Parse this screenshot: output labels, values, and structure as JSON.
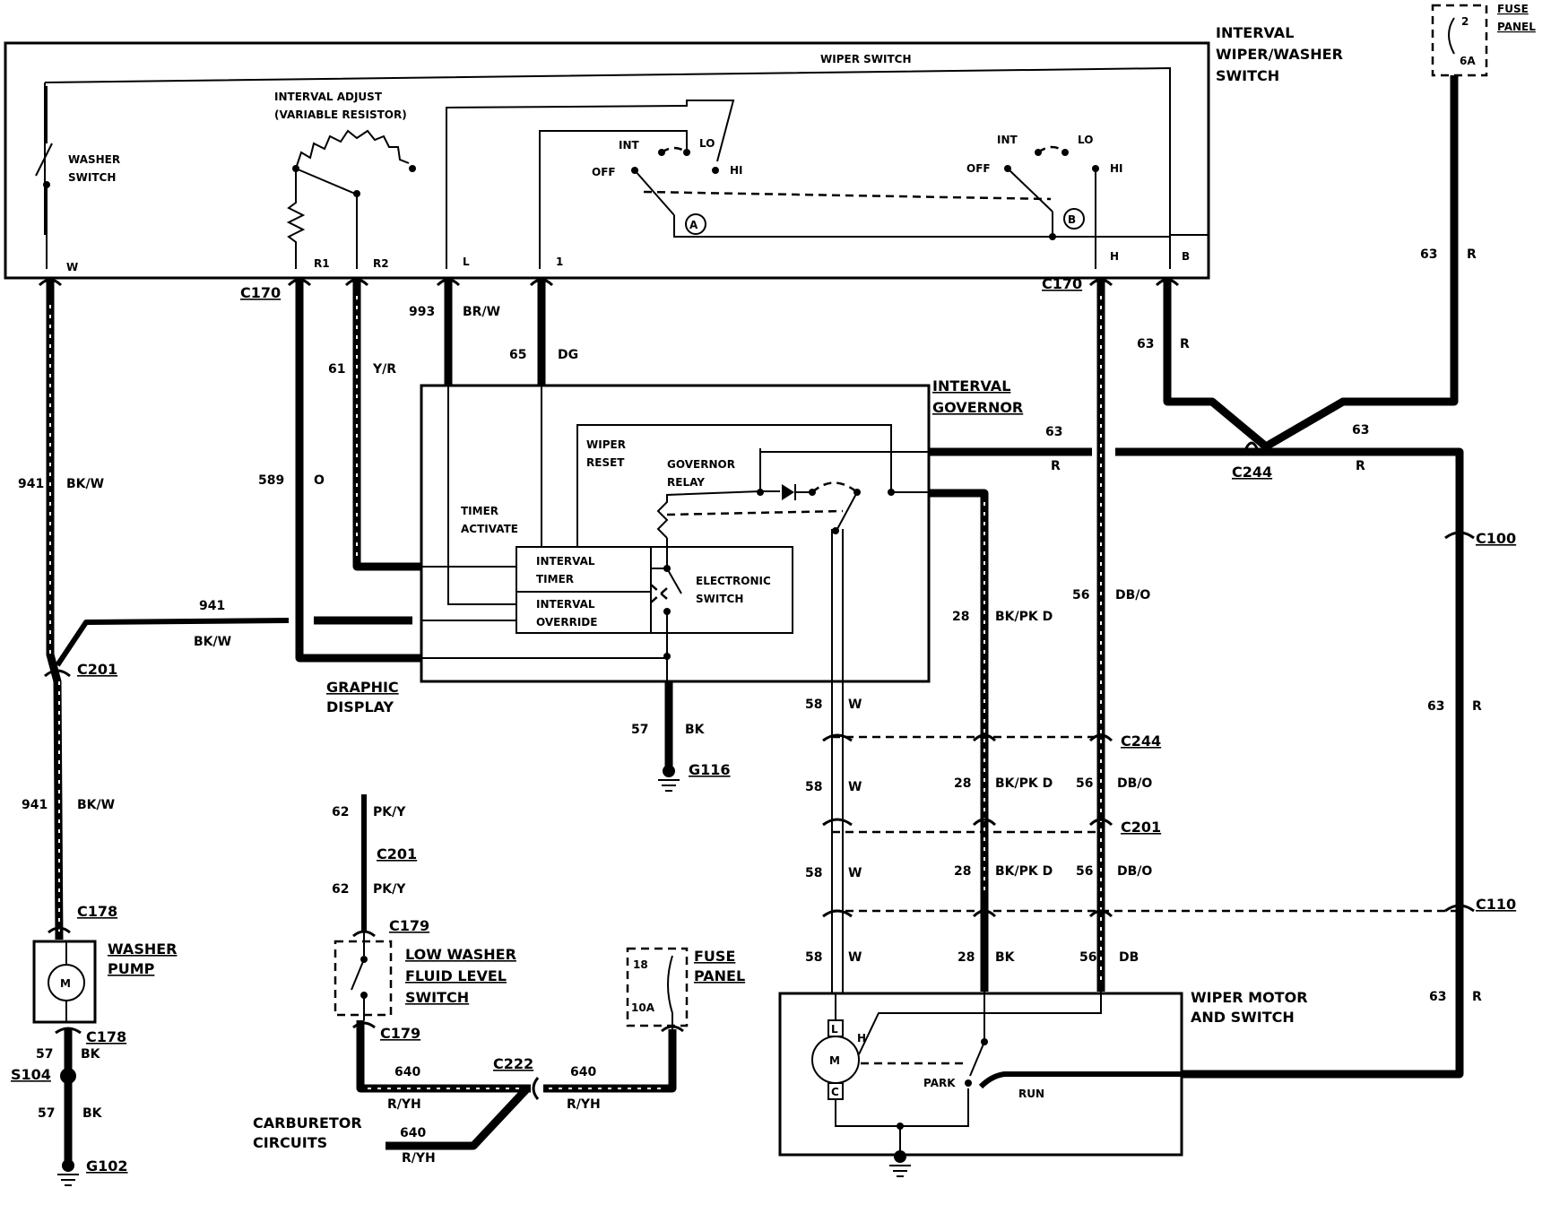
{
  "diagram": {
    "labels": {
      "interval_wiper_washer_switch": [
        "INTERVAL",
        "WIPER/WASHER",
        "SWITCH"
      ],
      "wiper_switch": "WIPER SWITCH",
      "fuse_panel_top": {
        "title": [
          "FUSE",
          "PANEL"
        ],
        "number": "2",
        "rating": "6A"
      },
      "washer_switch": [
        "WASHER",
        "SWITCH"
      ],
      "interval_adjust": [
        "INTERVAL ADJUST",
        "(VARIABLE RESISTOR)"
      ],
      "left_switch_positions": {
        "int": "INT",
        "lo": "LO",
        "off": "OFF",
        "hi": "HI",
        "marker": "A"
      },
      "right_switch_positions": {
        "int": "INT",
        "lo": "LO",
        "off": "OFF",
        "hi": "HI",
        "marker": "B"
      },
      "terminals": {
        "w": "W",
        "r1": "R1",
        "r2": "R2",
        "l": "L",
        "one": "1",
        "h": "H",
        "b": "B"
      },
      "interval_governor": [
        "INTERVAL",
        "GOVERNOR"
      ],
      "wiper_reset": [
        "WIPER",
        "RESET"
      ],
      "governor_relay": [
        "GOVERNOR",
        "RELAY"
      ],
      "timer_activate": [
        "TIMER",
        "ACTIVATE"
      ],
      "interval_timer": [
        "INTERVAL",
        "TIMER"
      ],
      "interval_override": [
        "INTERVAL",
        "OVERRIDE"
      ],
      "electronic_switch": [
        "ELECTRONIC",
        "SWITCH"
      ],
      "graphic_display": [
        "GRAPHIC",
        "DISPLAY"
      ],
      "washer_pump": [
        "WASHER",
        "PUMP"
      ],
      "pump_motor": "M",
      "low_washer_fluid_level_switch": [
        "LOW WASHER",
        "FLUID LEVEL",
        "SWITCH"
      ],
      "fuse_panel_bottom": {
        "title": [
          "FUSE",
          "PANEL"
        ],
        "number": "18",
        "rating": "10A"
      },
      "carburetor_circuits": [
        "CARBURETOR",
        "CIRCUITS"
      ],
      "wiper_motor_and_switch": [
        "WIPER MOTOR",
        "AND SWITCH"
      ],
      "motor": {
        "m": "M",
        "l": "L",
        "h": "H",
        "c": "C"
      },
      "park": "PARK",
      "run": "RUN"
    },
    "connectors": {
      "c170_left": "C170",
      "c170_right": "C170",
      "c244_top": "C244",
      "c100": "C100",
      "c201_left": "C201",
      "c244_mid": "C244",
      "c201_mid": "C201",
      "c201_lower": "C201",
      "c110": "C110",
      "c178_top": "C178",
      "c178_bottom": "C178",
      "c179_top": "C179",
      "c179_bottom": "C179",
      "c222": "C222",
      "s104": "S104",
      "g102": "G102",
      "g116": "G116"
    },
    "wires": {
      "w63_top_right": {
        "num": "63",
        "color": "R"
      },
      "w63_b_down": {
        "num": "63",
        "color": "R"
      },
      "w63_gov": {
        "num": "63",
        "color": "R"
      },
      "w63_mid_right": {
        "num": "63",
        "color": "R"
      },
      "w63_right_mid": {
        "num": "63",
        "color": "R"
      },
      "w63_right_low": {
        "num": "63",
        "color": "R"
      },
      "w993": {
        "num": "993",
        "color": "BR/W"
      },
      "w65": {
        "num": "65",
        "color": "DG"
      },
      "w61": {
        "num": "61",
        "color": "Y/R"
      },
      "w589": {
        "num": "589",
        "color": "O"
      },
      "w941_top": {
        "num": "941",
        "color": "BK/W"
      },
      "w941_horiz": {
        "num": "941",
        "color": "BK/W"
      },
      "w941_low": {
        "num": "941",
        "color": "BK/W"
      },
      "w57_gov": {
        "num": "57",
        "color": "BK"
      },
      "w57_a": {
        "num": "57",
        "color": "BK"
      },
      "w57_b": {
        "num": "57",
        "color": "BK"
      },
      "w58_1": {
        "num": "58",
        "color": "W"
      },
      "w58_2": {
        "num": "58",
        "color": "W"
      },
      "w58_3": {
        "num": "58",
        "color": "W"
      },
      "w58_4": {
        "num": "58",
        "color": "W"
      },
      "w28_1": {
        "num": "28",
        "color": "BK/PK D"
      },
      "w28_2": {
        "num": "28",
        "color": "BK/PK D"
      },
      "w28_3": {
        "num": "28",
        "color": "BK/PK D"
      },
      "w28_4": {
        "num": "28",
        "color": "BK"
      },
      "w56_1": {
        "num": "56",
        "color": "DB/O"
      },
      "w56_2": {
        "num": "56",
        "color": "DB/O"
      },
      "w56_3": {
        "num": "56",
        "color": "DB/O"
      },
      "w56_4": {
        "num": "56",
        "color": "DB"
      },
      "w62_top": {
        "num": "62",
        "color": "PK/Y"
      },
      "w62_low": {
        "num": "62",
        "color": "PK/Y"
      },
      "w640_a": {
        "num": "640",
        "color": "R/YH"
      },
      "w640_b": {
        "num": "640",
        "color": "R/YH"
      },
      "w640_c": {
        "num": "640",
        "color": "R/YH"
      }
    }
  }
}
